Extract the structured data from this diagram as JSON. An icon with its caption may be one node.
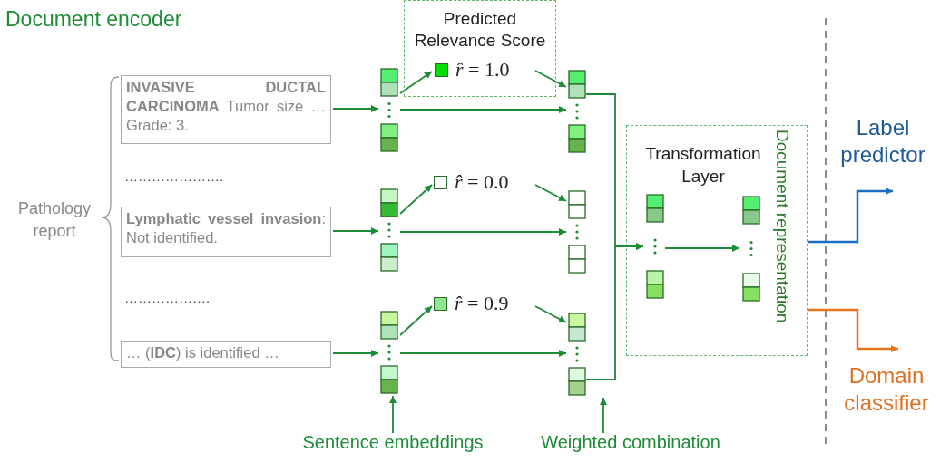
{
  "diagram": {
    "title": "Document encoder",
    "nodes": [
      {
        "text": [
          "**INVASIVE DUCTAL CARCINOMA** Tumor size … Grade: 3."
        ]
      },
      {
        "text": [
          "**Lymphatic vessel invasion**: Not identified."
        ]
      },
      {
        "text": [
          "… (**IDC**) is identified …"
        ]
      },
      {
        "text": [],
        "shape": "bar"
      },
      {
        "text": [],
        "shape": "bar"
      },
      {
        "text": [],
        "shape": "bar"
      },
      {
        "text": [
          "Predicted Relevance Score"
        ]
      },
      {
        "text": [
          "*r̂* = 1.0"
        ],
        "in": 6
      },
      {
        "text": [
          "*r̂* = 0.0"
        ]
      },
      {
        "text": [
          "*r̂* = 0.9"
        ]
      },
      {
        "text": [],
        "shape": "bar"
      },
      {
        "text": [],
        "shape": "bar"
      },
      {
        "text": [],
        "shape": "bar"
      },
      {
        "text": [
          "Transformation Layer",
          "Document representation"
        ]
      },
      {
        "text": [],
        "shape": "bar",
        "in": 13
      },
      {
        "text": [],
        "shape": "bar",
        "in": 13
      },
      {
        "text": [
          "Label predictor"
        ]
      },
      {
        "text": [
          "Domain classifier"
        ]
      },
      {
        "text": [
          "Sentence embeddings"
        ]
      },
      {
        "text": [
          "Weighted combination"
        ]
      }
    ],
    "edges": [
      {
        "from": 0,
        "to": 3,
        "arrow": "to"
      },
      {
        "from": 1,
        "to": 4,
        "arrow": "to"
      },
      {
        "from": 2,
        "to": 5,
        "arrow": "to"
      },
      {
        "from": 3,
        "to": 7,
        "arrow": "to"
      },
      {
        "from": 7,
        "to": 10,
        "arrow": "to"
      },
      {
        "from": 4,
        "to": 8,
        "arrow": "to"
      },
      {
        "from": 8,
        "to": 11,
        "arrow": "to"
      },
      {
        "from": 5,
        "to": 9,
        "arrow": "to"
      },
      {
        "from": 9,
        "to": 12,
        "arrow": "to"
      },
      {
        "from": 3,
        "to": 10,
        "arrow": "to"
      },
      {
        "from": 4,
        "to": 11,
        "arrow": "to"
      },
      {
        "from": 5,
        "to": 12,
        "arrow": "to"
      },
      {
        "from": 10,
        "to": 14,
        "arrow": "to"
      },
      {
        "from": 12,
        "to": 14,
        "arrow": "to"
      },
      {
        "from": 14,
        "to": 15,
        "arrow": "to"
      },
      {
        "from": 13,
        "to": 16,
        "arrow": "to",
        "color": "#1a6fc4"
      },
      {
        "from": 13,
        "to": 17,
        "arrow": "to",
        "color": "#e8731a"
      },
      {
        "from": 18,
        "to": 5,
        "arrow": "to"
      },
      {
        "from": 19,
        "to": 12,
        "arrow": "to"
      }
    ],
    "labels": [
      "Pathology report",
      "………………….",
      "………………."
    ]
  }
}
